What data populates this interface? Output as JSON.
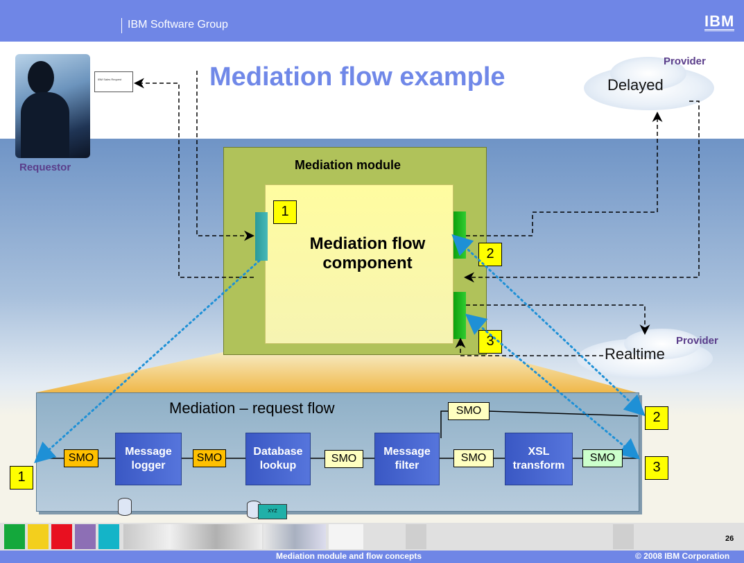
{
  "header": {
    "group": "IBM Software Group",
    "logo": "IBM"
  },
  "title": "Mediation flow example",
  "requestor": {
    "label": "Requestor",
    "envelope_text": "IBM Sales Request"
  },
  "providers": {
    "delayed": {
      "label": "Provider",
      "name": "Delayed"
    },
    "realtime": {
      "label": "Provider",
      "name": "Realtime"
    }
  },
  "module": {
    "label": "Mediation module",
    "component_label": "Mediation flow component",
    "markers": [
      "1",
      "2",
      "3"
    ]
  },
  "flow": {
    "title": "Mediation – request flow",
    "primitives": [
      "Message logger",
      "Database lookup",
      "Message filter",
      "XSL transform"
    ],
    "smo_label": "SMO",
    "endpoints": [
      "1",
      "2",
      "3"
    ],
    "db_tag": "XYZ"
  },
  "colors": {
    "header": "#6f86e6",
    "title": "#7088e8",
    "module": "#b0c25a",
    "component": "#fffca0",
    "primitive": "#4a68d0",
    "smo_orange": "#ffc000",
    "smo_yellow": "#ffffc0",
    "smo_green": "#ccffcc",
    "connector": "#1e90d6",
    "marker": "#ffff00"
  },
  "footer": {
    "caption": "Mediation module and flow concepts",
    "copyright": "© 2008 IBM Corporation",
    "page": "26"
  }
}
